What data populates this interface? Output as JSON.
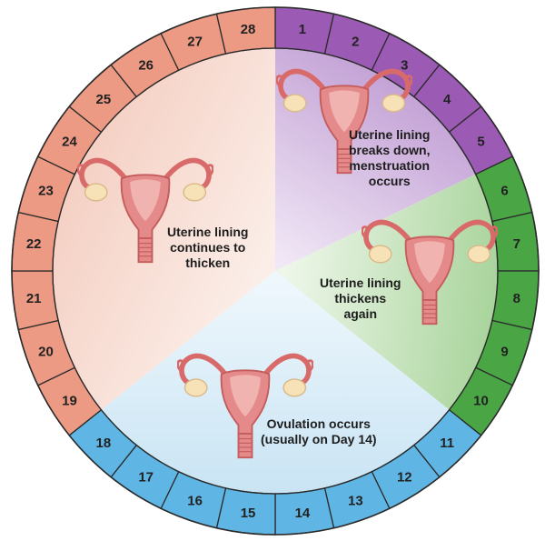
{
  "colors": {
    "menstruation": "#9b5ab3",
    "follicular_green": "#4aa645",
    "ovulation_blue": "#5fb6e4",
    "luteal_salmon": "#ec9a84",
    "uterus": "#e07f7f",
    "ovary": "#f6e2b6"
  },
  "days": [
    {
      "n": "1",
      "phase": "menstruation"
    },
    {
      "n": "2",
      "phase": "menstruation"
    },
    {
      "n": "3",
      "phase": "menstruation"
    },
    {
      "n": "4",
      "phase": "menstruation"
    },
    {
      "n": "5",
      "phase": "menstruation"
    },
    {
      "n": "6",
      "phase": "follicular_green"
    },
    {
      "n": "7",
      "phase": "follicular_green"
    },
    {
      "n": "8",
      "phase": "follicular_green"
    },
    {
      "n": "9",
      "phase": "follicular_green"
    },
    {
      "n": "10",
      "phase": "follicular_green"
    },
    {
      "n": "11",
      "phase": "ovulation_blue"
    },
    {
      "n": "12",
      "phase": "ovulation_blue"
    },
    {
      "n": "13",
      "phase": "ovulation_blue"
    },
    {
      "n": "14",
      "phase": "ovulation_blue"
    },
    {
      "n": "15",
      "phase": "ovulation_blue"
    },
    {
      "n": "16",
      "phase": "ovulation_blue"
    },
    {
      "n": "17",
      "phase": "ovulation_blue"
    },
    {
      "n": "18",
      "phase": "ovulation_blue"
    },
    {
      "n": "19",
      "phase": "luteal_salmon"
    },
    {
      "n": "20",
      "phase": "luteal_salmon"
    },
    {
      "n": "21",
      "phase": "luteal_salmon"
    },
    {
      "n": "22",
      "phase": "luteal_salmon"
    },
    {
      "n": "23",
      "phase": "luteal_salmon"
    },
    {
      "n": "24",
      "phase": "luteal_salmon"
    },
    {
      "n": "25",
      "phase": "luteal_salmon"
    },
    {
      "n": "26",
      "phase": "luteal_salmon"
    },
    {
      "n": "27",
      "phase": "luteal_salmon"
    },
    {
      "n": "28",
      "phase": "luteal_salmon"
    }
  ],
  "phases": {
    "menstruation": {
      "lines": [
        "Uterine lining",
        "breaks down,",
        "menstruation",
        "occurs"
      ]
    },
    "thickens_again": {
      "lines": [
        "Uterine lining",
        "thickens",
        "again"
      ]
    },
    "ovulation": {
      "lines": [
        "Ovulation occurs",
        "(usually on Day 14)"
      ]
    },
    "continues": {
      "lines": [
        "Uterine lining",
        "continues to",
        "thicken"
      ]
    }
  }
}
